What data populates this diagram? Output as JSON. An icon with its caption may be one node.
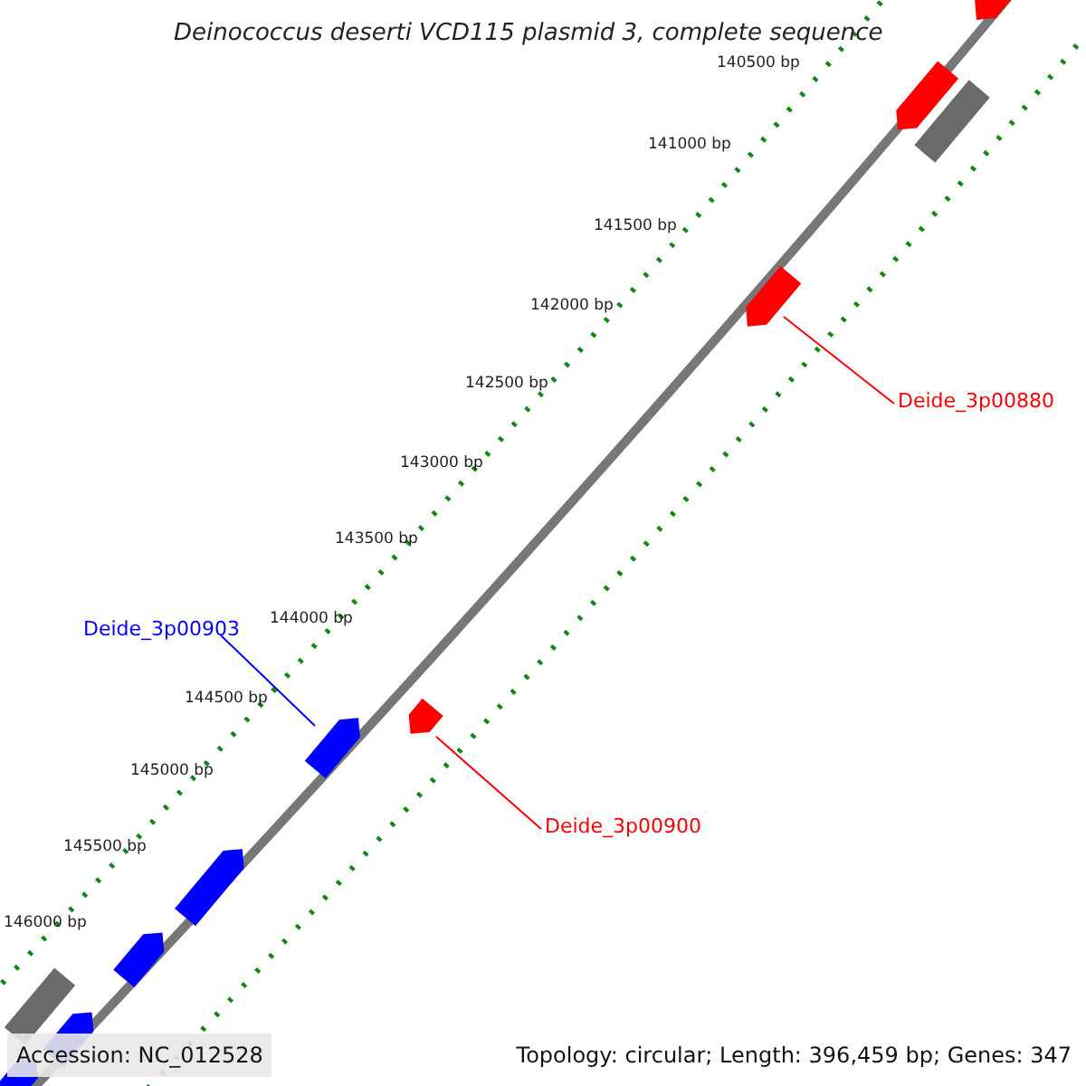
{
  "diagram": {
    "title": "Deinococcus deserti VCD115 plasmid 3, complete sequence",
    "nodes": [
      {
        "text": [
          "Deide_3p00880"
        ]
      },
      {
        "text": [
          "Deide_3p00903"
        ]
      },
      {
        "text": [
          "Deide_3p00900"
        ]
      },
      {
        "text": [],
        "shape": "bar"
      },
      {
        "text": [],
        "shape": "bar"
      },
      {
        "text": [],
        "shape": "bar"
      },
      {
        "text": [],
        "shape": "bar"
      },
      {
        "text": [],
        "shape": "bar"
      },
      {
        "text": [],
        "shape": "bar"
      },
      {
        "text": [],
        "shape": "bar"
      },
      {
        "text": [],
        "shape": "bar"
      },
      {
        "text": [],
        "shape": "bar"
      },
      {
        "text": [],
        "shape": "bar"
      },
      {
        "text": [],
        "shape": "bar"
      }
    ],
    "edges": [
      {
        "from": 0,
        "to": 6,
        "arrow": "none",
        "color": "#ff0000"
      },
      {
        "from": 1,
        "to": 8,
        "arrow": "none",
        "color": "#0000ff"
      },
      {
        "from": 2,
        "to": 7,
        "arrow": "none",
        "color": "#ff0000"
      }
    ],
    "labels": [
      "140500 bp",
      "141000 bp",
      "141500 bp",
      "142000 bp",
      "142500 bp",
      "143000 bp",
      "143500 bp",
      "144000 bp",
      "144500 bp",
      "145000 bp",
      "145500 bp",
      "146000 bp",
      "Accession: NC_012528",
      "Topology: circular; Length: 396,459 bp; Genes: 347"
    ]
  }
}
